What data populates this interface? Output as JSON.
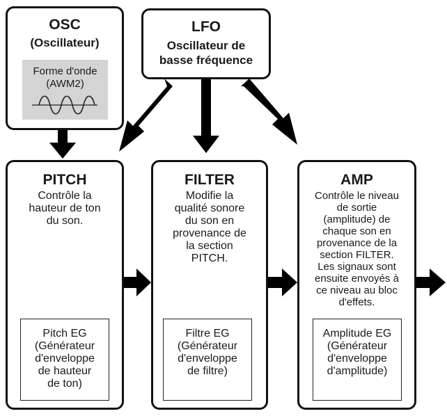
{
  "osc": {
    "title": "OSC",
    "subtitle": "(Oscillateur)",
    "waveform_label": "Forme d'onde\n(AWM2)",
    "waveform_icon": "sine-wave-icon"
  },
  "lfo": {
    "title": "LFO",
    "subtitle": "Oscillateur de\nbasse fréquence"
  },
  "pitch": {
    "title": "PITCH",
    "description": "Contrôle la\nhauteur de ton\ndu son.",
    "eg_label": "Pitch EG\n(Générateur\nd'enveloppe\nde hauteur\nde ton)"
  },
  "filter": {
    "title": "FILTER",
    "description": "Modifie la\nqualité sonore\ndu son en\nprovenance de\nla section\nPITCH.",
    "eg_label": "Filtre EG\n(Générateur\nd'enveloppe\nde filtre)"
  },
  "amp": {
    "title": "AMP",
    "description": "Contrôle le niveau\nde sortie\n(amplitude) de\nchaque son en\nprovenance de la\nsection FILTER.\nLes signaux sont\nensuite envoyés à\nce niveau au bloc\nd'effets.",
    "eg_label": "Amplitude EG\n(Générateur\nd'enveloppe\nd'amplitude)"
  },
  "colors": {
    "border": "#111111",
    "arrow": "#000000",
    "waveform_bg": "#d4d4d4"
  }
}
